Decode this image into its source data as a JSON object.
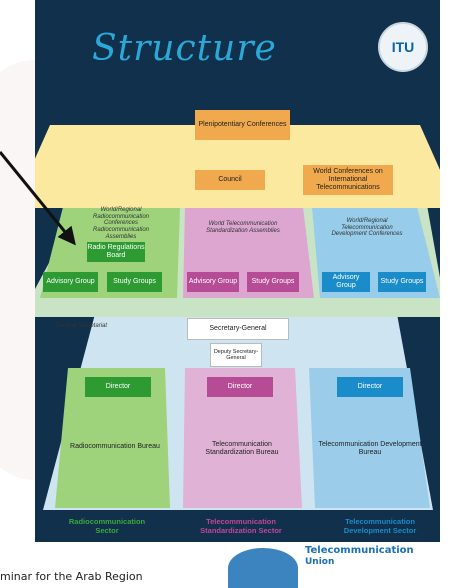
{
  "title": "Structure",
  "logo": "ITU",
  "top_layer": {
    "plenipotentiary": "Plenipotentiary Conferences",
    "council": "Council",
    "world_conferences": "World Conferences on International Telecommunications"
  },
  "sector_layer": {
    "radio": {
      "conferences": "World/Regional Radiocommunication Conferences",
      "assemblies": "Radiocommunication Assemblies",
      "board": "Radio Regulations Board",
      "advisory": "Advisory Group",
      "study": "Study Groups"
    },
    "telecom": {
      "assemblies": "World Telecommunication Standardization Assemblies",
      "advisory": "Advisory Group",
      "study": "Study Groups"
    },
    "development": {
      "conferences": "World/Regional Telecommunication Development Conferences",
      "advisory": "Advisory Group",
      "study": "Study Groups"
    }
  },
  "secretariat": {
    "label": "General Secretariat",
    "secretary_general": "Secretary-General",
    "deputy": "Deputy Secretary-General"
  },
  "bureaux": [
    {
      "director": "Director",
      "name": "Radiocommunication Bureau",
      "sector": "Radiocommunication Sector"
    },
    {
      "director": "Director",
      "name": "Telecommunication Standardization Bureau",
      "sector": "Telecommunication Standardization Sector"
    },
    {
      "director": "Director",
      "name": "Telecommunication Development Bureau",
      "sector": "Telecommunication Development Sector"
    }
  ],
  "footer": {
    "left_text": "minar for the Arab Region",
    "right_text_1": "Telecommunication",
    "right_text_2": "Union"
  },
  "colors": {
    "navy": "#10304b",
    "yellow": "#fbe9a0",
    "orange": "#f0a94d",
    "green": "#3aa83a",
    "magenta": "#b54c95",
    "blue": "#1a8cc9"
  }
}
